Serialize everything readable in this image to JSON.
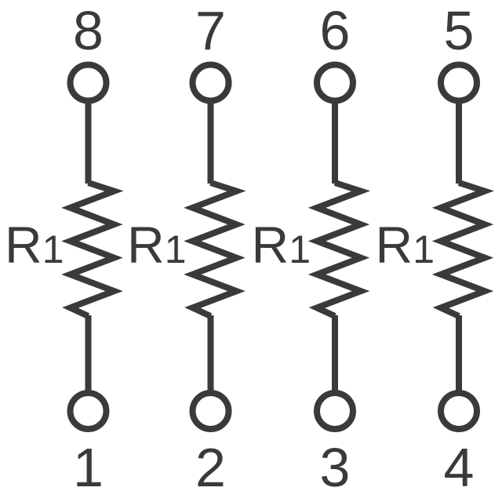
{
  "diagram": {
    "ink_color": "#3a3a3c",
    "background_color": "#ffffff",
    "resistors": [
      {
        "ref_designator": "R1",
        "ref_name": "R",
        "ref_subscript": "1",
        "top_pin": "8",
        "bottom_pin": "1"
      },
      {
        "ref_designator": "R1",
        "ref_name": "R",
        "ref_subscript": "1",
        "top_pin": "7",
        "bottom_pin": "2"
      },
      {
        "ref_designator": "R1",
        "ref_name": "R",
        "ref_subscript": "1",
        "top_pin": "6",
        "bottom_pin": "3"
      },
      {
        "ref_designator": "R1",
        "ref_name": "R",
        "ref_subscript": "1",
        "top_pin": "5",
        "bottom_pin": "4"
      }
    ]
  }
}
